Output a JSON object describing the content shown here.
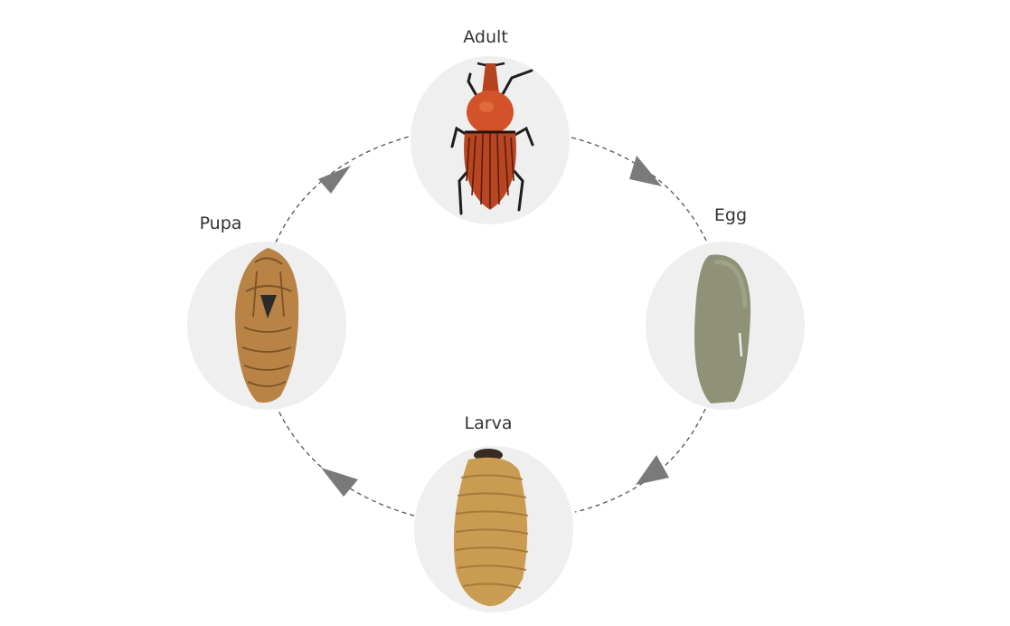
{
  "diagram": {
    "type": "life-cycle",
    "stages": [
      {
        "id": "adult",
        "label": "Adult",
        "image": "red palm weevil adult beetle"
      },
      {
        "id": "egg",
        "label": "Egg",
        "image": "weevil egg"
      },
      {
        "id": "larva",
        "label": "Larva",
        "image": "weevil larva grub"
      },
      {
        "id": "pupa",
        "label": "Pupa",
        "image": "weevil pupa"
      }
    ],
    "flow": [
      "adult",
      "egg",
      "larva",
      "pupa",
      "adult"
    ],
    "colors": {
      "bubble": "#efefef",
      "connector": "#555555",
      "arrow": "#7a7a7a",
      "label": "#333333"
    }
  }
}
